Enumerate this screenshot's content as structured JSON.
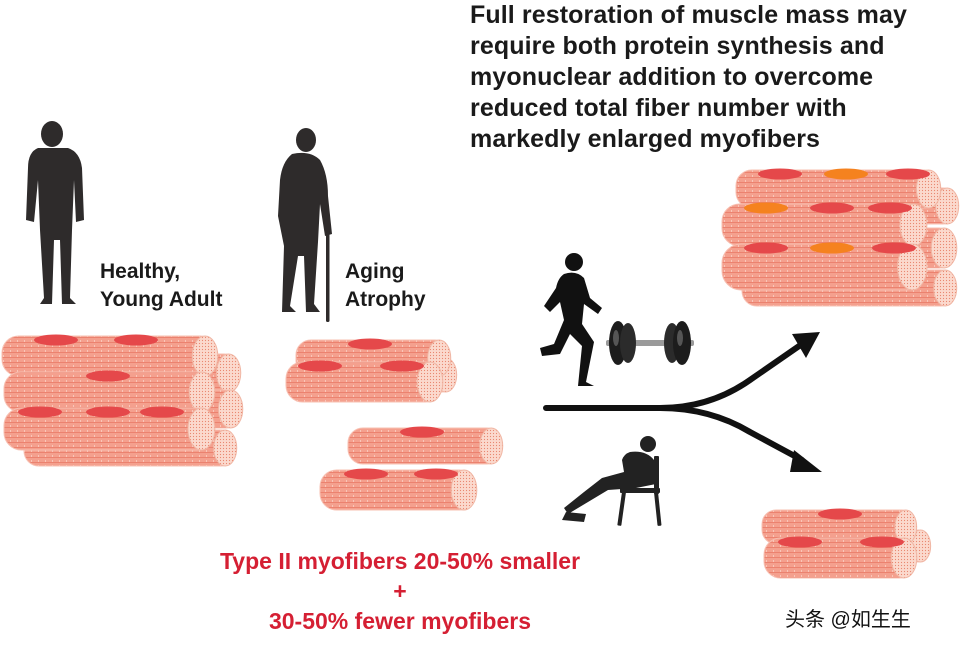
{
  "headline": [
    "Full restoration of muscle mass may",
    "require both protein synthesis and",
    "myonuclear addition to overcome",
    "reduced total fiber number with",
    "markedly enlarged myofibers"
  ],
  "healthy_label": [
    "Healthy,",
    "Young Adult"
  ],
  "aging_label": [
    "Aging",
    "Atrophy"
  ],
  "red_notes": [
    "Type II myofibers 20-50% smaller",
    "+",
    "30-50% fewer myofibers"
  ],
  "watermark": "头条 @如生生",
  "colors": {
    "fiber": "#f4a08e",
    "fiber_stripe": "#e8735f",
    "nucleus": "#e5484a",
    "nucleus_orange": "#f5821f",
    "text_red": "#d51f33",
    "silhouette": "#2e2b2b"
  },
  "icons": [
    "standing-man-icon",
    "elderly-man-with-cane-icon",
    "runner-icon",
    "dumbbell-icon",
    "sitting-person-icon",
    "branching-arrow-icon"
  ]
}
